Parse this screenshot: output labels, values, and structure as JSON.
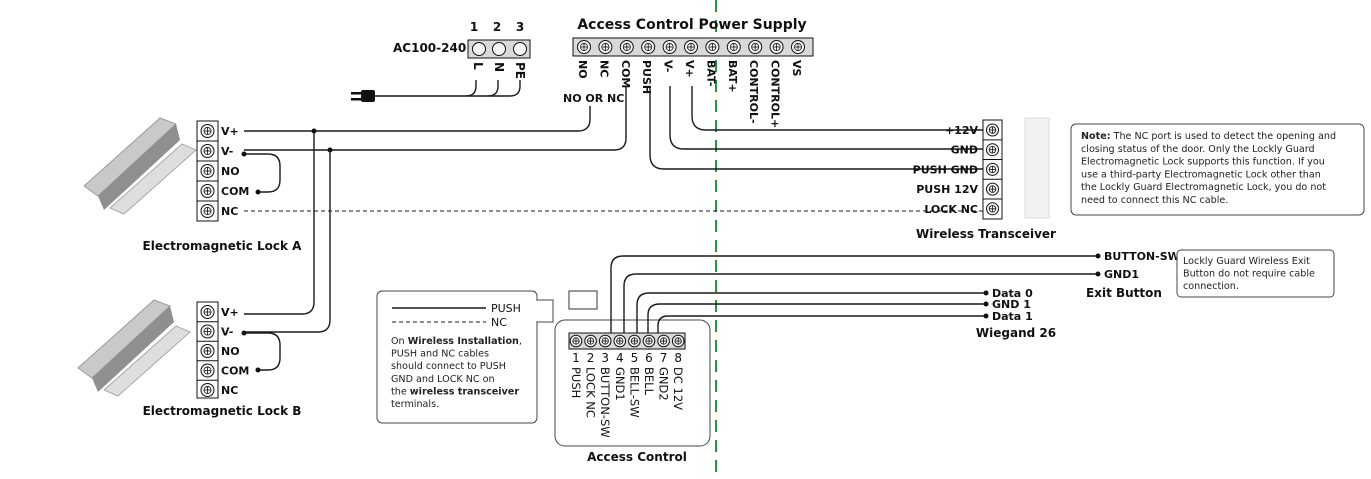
{
  "power_supply": {
    "title": "Access Control Power Supply",
    "terminals": [
      "NO",
      "NC",
      "COM",
      "PUSH",
      "V-",
      "V+",
      "BAT-",
      "BAT+",
      "CONTROL-",
      "CONTROL+",
      "VS"
    ],
    "no_or_nc": "NO OR NC"
  },
  "ac_input": {
    "label": "AC100-240",
    "numbers": [
      "1",
      "2",
      "3"
    ],
    "terminals": [
      "L",
      "N",
      "PE"
    ]
  },
  "lock_a": {
    "title": "Electromagnetic Lock A",
    "terminals": [
      "V+",
      "V-",
      "NO",
      "COM",
      "NC"
    ]
  },
  "lock_b": {
    "title": "Electromagnetic Lock B",
    "terminals": [
      "V+",
      "V-",
      "NO",
      "COM",
      "NC"
    ]
  },
  "transceiver": {
    "title": "Wireless Transceiver",
    "terminals": [
      "+12V",
      "GND",
      "PUSH GND",
      "PUSH 12V",
      "LOCK NC"
    ]
  },
  "note": {
    "prefix": "Note:",
    "lines": [
      " The NC port is used to detect the opening and",
      "closing status of the door. Only the Lockly Guard",
      "Electromagnetic Lock supports this function.  If you",
      "use a third-party Electromagnetic Lock other than",
      "the Lockly Guard Electromagnetic Lock, you do not",
      "need to connect this NC cable."
    ]
  },
  "legend": {
    "push": "PUSH",
    "nc": "NC",
    "lines": [
      [
        "On ",
        "Wireless Installation",
        ","
      ],
      [
        "PUSH and NC cables",
        "",
        ""
      ],
      [
        "should connect to PUSH",
        "",
        ""
      ],
      [
        "GND and LOCK NC on",
        "",
        ""
      ],
      [
        "the ",
        "wireless transceiver",
        ""
      ],
      [
        "terminals.",
        "",
        ""
      ]
    ]
  },
  "access_control": {
    "title": "Access Control",
    "numbers": [
      "1",
      "2",
      "3",
      "4",
      "5",
      "6",
      "7",
      "8"
    ],
    "terminals": [
      "PUSH",
      "LOCK NC",
      "BUTTON-SW",
      "GND1",
      "BELL-SW",
      "BELL",
      "GND2",
      "DC 12V"
    ]
  },
  "exit_button": {
    "title": "Exit Button",
    "terminals": [
      "BUTTON-SW",
      "GND1"
    ],
    "note": [
      "Lockly Guard Wireless Exit",
      "Button do not require cable",
      "connection."
    ]
  },
  "wiegand": {
    "title": "Wiegand 26",
    "terminals": [
      "Data 0",
      "GND 1",
      "Data 1"
    ]
  },
  "colors": {
    "wire": "#1a1a1a",
    "divider": "#1f9a3a",
    "terminal_fill": "#d9d9d9"
  }
}
